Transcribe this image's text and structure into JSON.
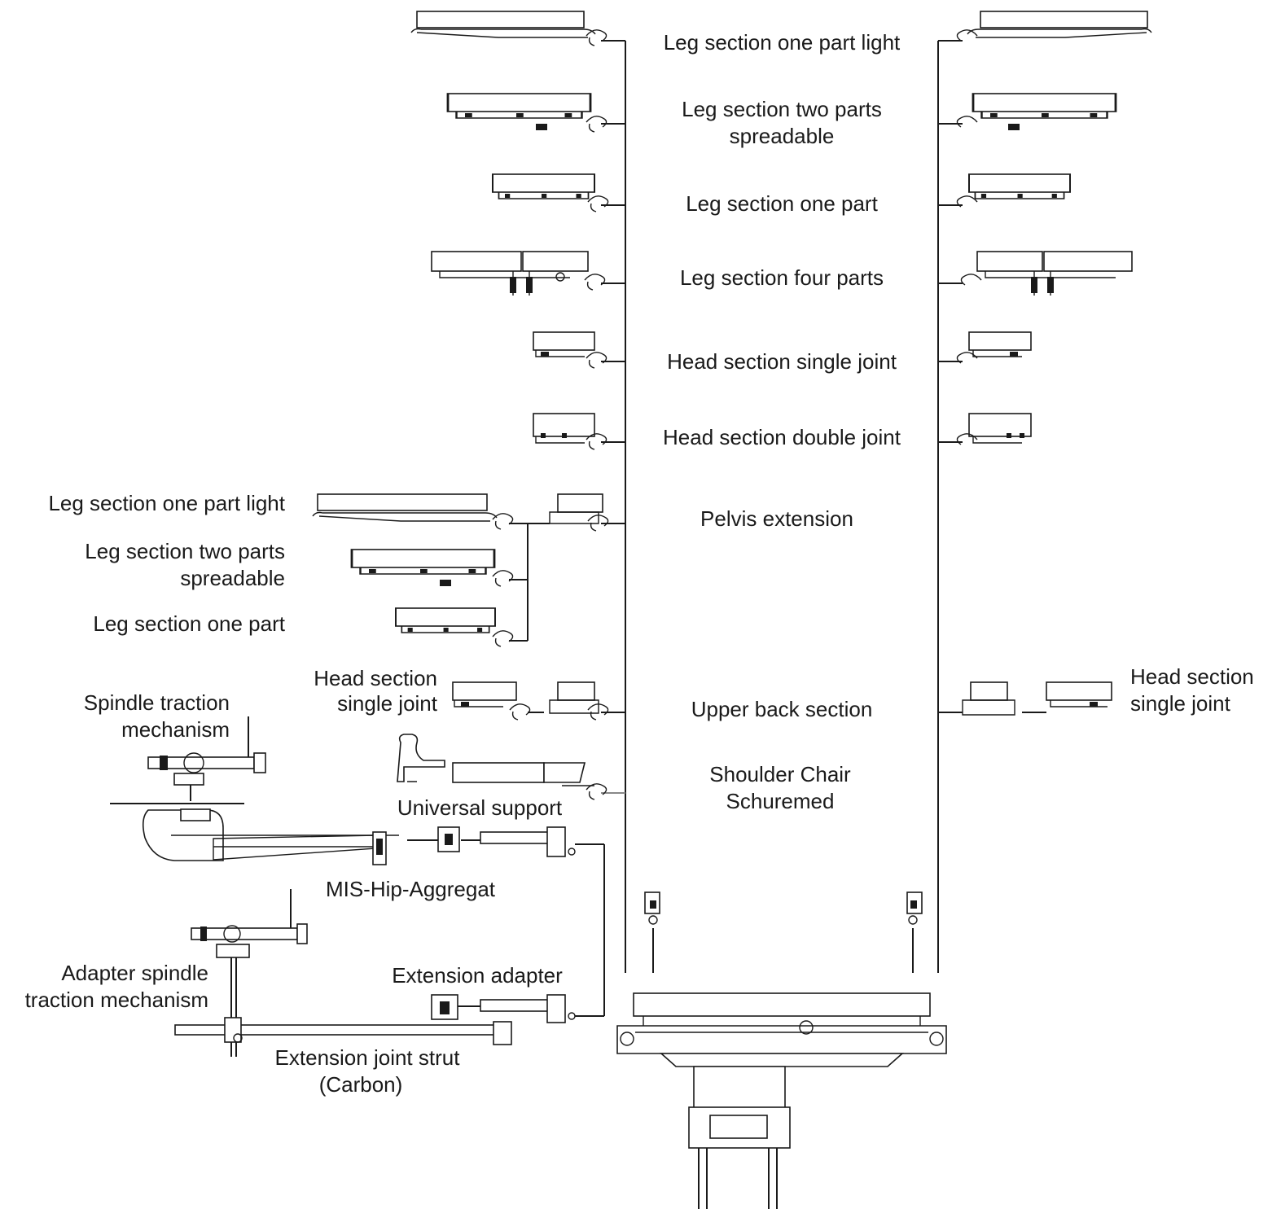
{
  "colors": {
    "ink": "#1a1a1a",
    "background": "#ffffff"
  },
  "central_column": {
    "leg_one_part_light": "Leg section one part light",
    "leg_two_parts": [
      "Leg section two parts",
      "spreadable"
    ],
    "leg_one_part": "Leg section one part",
    "leg_four_parts": "Leg section four parts",
    "head_single_joint": "Head section single joint",
    "head_double_joint": "Head section double joint",
    "pelvis_extension": "Pelvis extension",
    "upper_back": "Upper back section",
    "shoulder_chair": [
      "Shoulder Chair",
      "Schuremed"
    ]
  },
  "pelvis_branch": {
    "leg_one_part_light": "Leg section one part light",
    "leg_two_parts": [
      "Leg section two parts",
      "spreadable"
    ],
    "leg_one_part": "Leg section one part"
  },
  "upper_back_branch": {
    "left_head_single_joint": [
      "Head section",
      "single joint"
    ],
    "right_head_single_joint": [
      "Head section",
      "single joint"
    ]
  },
  "hip_assembly": {
    "spindle_traction": [
      "Spindle traction",
      "mechanism"
    ],
    "universal_support": "Universal support",
    "mis_hip": "MIS-Hip-Aggregat",
    "adapter_spindle": [
      "Adapter spindle",
      "traction mechanism"
    ],
    "extension_adapter": "Extension adapter",
    "extension_strut": [
      "Extension joint strut",
      "(Carbon)"
    ]
  }
}
